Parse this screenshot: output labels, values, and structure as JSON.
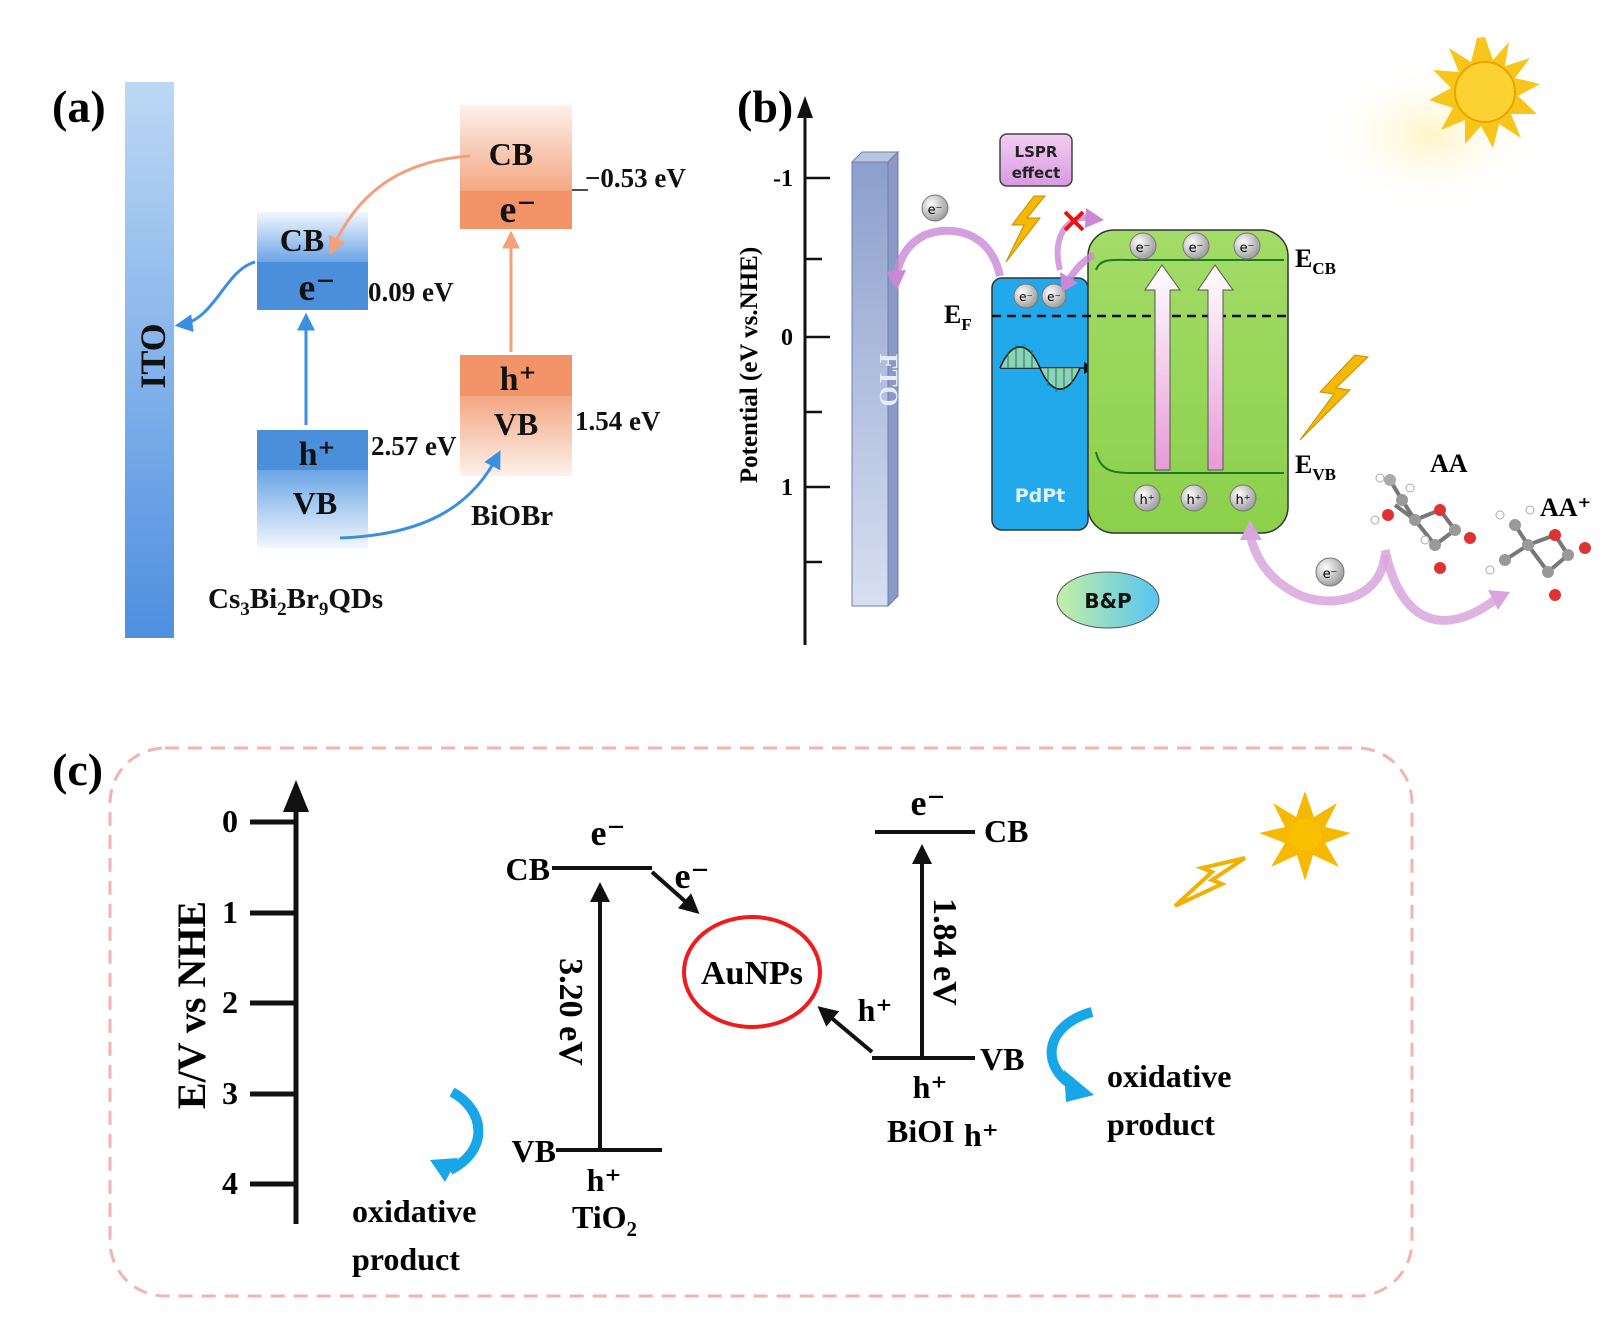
{
  "colors": {
    "blue_box": "#4f93db",
    "orange_box": "#f29a6e",
    "blue_arrow": "#3a8fde",
    "orange_arrow": "#f3a07c",
    "green_sc": "#8fd14f",
    "pdpt_blue": "#20a8ea",
    "red_circle": "#ee1c1c",
    "sun": "#f5b800",
    "cyan_arrow": "#17a7e8",
    "dash_border": "#f4b3b0"
  },
  "panel_a": {
    "label": "(a)",
    "ito": "ITO",
    "qd": {
      "cb": "CB",
      "e": "e⁻",
      "cb_energy": "0.09 eV",
      "h": "h⁺",
      "vb": "VB",
      "vb_energy": "2.57 eV",
      "name_main": "Cs",
      "name_sub1": "3",
      "name_mid": "Bi",
      "name_sub2": "2",
      "name_mid2": "Br",
      "name_sub3": "9",
      "name_end": "QDs"
    },
    "biobr": {
      "cb": "CB",
      "e": "e⁻",
      "cb_energy": "−0.53 eV",
      "h": "h⁺",
      "vb": "VB",
      "vb_energy": "1.54 eV",
      "name": "BiOBr"
    }
  },
  "panel_b": {
    "label": "(b)",
    "y_axis_label": "Potential (eV vs.NHE)",
    "y_ticks": [
      "-1",
      "0",
      "1"
    ],
    "fto": "FTO",
    "lspr_line1": "LSPR",
    "lspr_line2": "effect",
    "pdpt": "PdPt",
    "ef_main": "E",
    "ef_sub": "F",
    "ecb_main": "E",
    "ecb_sub": "CB",
    "evb_main": "E",
    "evb_sub": "VB",
    "electron": "e⁻",
    "hole": "h⁺",
    "bp": "B&P",
    "aa": "AA",
    "aa_plus": "AA⁺"
  },
  "panel_c": {
    "label": "(c)",
    "y_axis_label": "E/V vs NHE",
    "y_ticks": [
      "0",
      "1",
      "2",
      "3",
      "4"
    ],
    "tio2": {
      "cb": "CB",
      "vb": "VB",
      "e_top": "e⁻",
      "e_side": "e⁻",
      "gap": "3.20 eV",
      "h": "h⁺",
      "name_main": "TiO",
      "name_sub": "2"
    },
    "biobr": {
      "cb": "CB",
      "vb": "VB",
      "e_top": "e⁻",
      "gap": "1.84 eV",
      "h_side": "h⁺",
      "h_bottom": "h⁺",
      "name": "BiOI",
      "h_overlap": "h⁺"
    },
    "aunps": "AuNPs",
    "oxidative_left_1": "oxidative",
    "oxidative_left_2": "product",
    "oxidative_right_1": "oxidative",
    "oxidative_right_2": "product"
  }
}
